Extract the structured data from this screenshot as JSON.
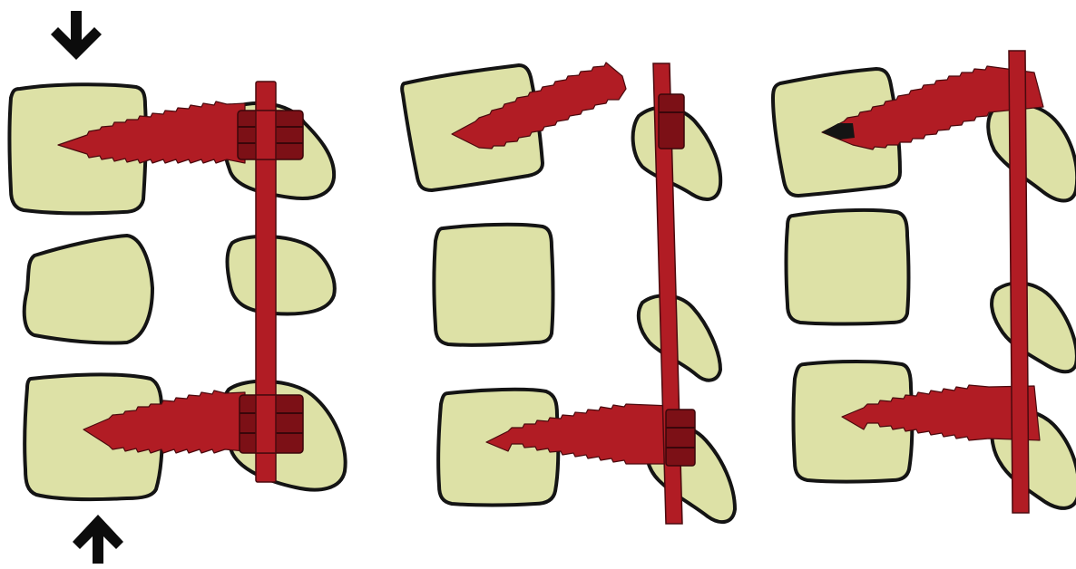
{
  "colors": {
    "bone_fill": "#dde1a6",
    "bone_outline": "#141414",
    "implant": "#b11c24",
    "implant_dark": "#7c1016",
    "arrow": "#0c0c0c",
    "background": "#ffffff"
  },
  "panels": [
    {
      "name": "panel-1",
      "arrows": [
        "down-arrow-icon",
        "up-arrow-icon"
      ],
      "vertebrae": 3,
      "screws": 2,
      "rod": true,
      "fixation_nuts": 2
    },
    {
      "name": "panel-2",
      "arrows": [],
      "vertebrae": 3,
      "screws": 2,
      "rod": true,
      "fixation_nuts": 2
    },
    {
      "name": "panel-3",
      "arrows": [],
      "vertebrae": 3,
      "screws": 2,
      "rod": true,
      "fixation_nuts": 0
    }
  ]
}
